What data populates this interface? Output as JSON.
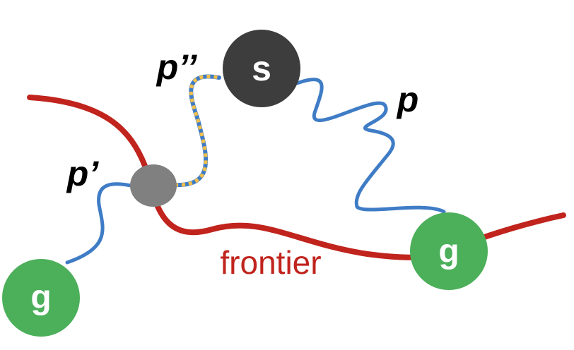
{
  "colors": {
    "frontier": "#c0241d",
    "path": "#3f7cc6",
    "path_dots": "#f2c04a",
    "goal": "#4caf5a",
    "start": "#3d3d3d",
    "junction": "#808080",
    "label": "#000000",
    "node_text": "#ffffff"
  },
  "nodes": {
    "start": {
      "label": "s"
    },
    "goal_left": {
      "label": "g"
    },
    "goal_right": {
      "label": "g"
    }
  },
  "labels": {
    "p": "p",
    "p_prime": "p’",
    "p_double_prime": "p’’",
    "frontier": "frontier"
  }
}
